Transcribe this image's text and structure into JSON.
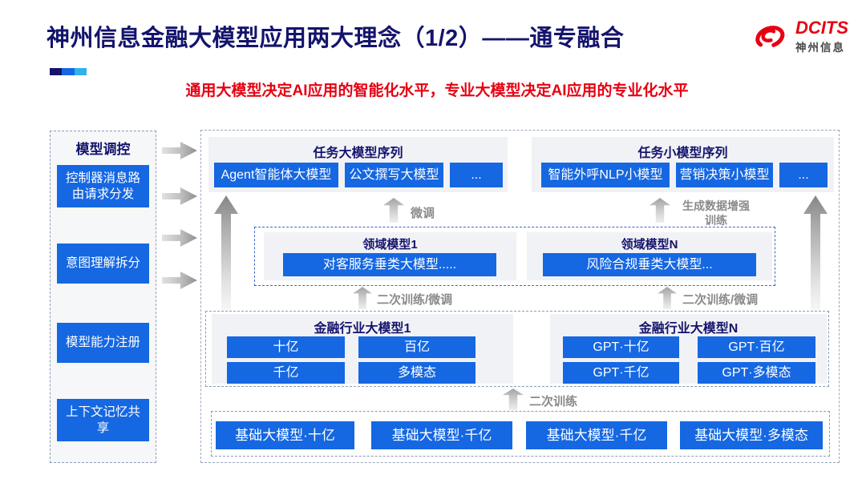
{
  "colors": {
    "primary_blue": "#1567e2",
    "navy": "#14146d",
    "red": "#e60012"
  },
  "header": {
    "title": "神州信息金融大模型应用两大理念（1/2）——通专融合",
    "subtitle": "通用大模型决定AI应用的智能化水平，专业大模型决定AI应用的专业化水平",
    "logo": {
      "brand": "DCITS",
      "company": "神州信息"
    }
  },
  "sidebar": {
    "title": "模型调控",
    "items": [
      "控制器消息路\n由请求分发",
      "意图理解拆分",
      "模型能力注册",
      "上下文记忆共\n享"
    ]
  },
  "task_rows": {
    "large": {
      "title": "任务大模型序列",
      "items": [
        "Agent智能体大模型",
        "公文撰写大模型",
        "..."
      ]
    },
    "small": {
      "title": "任务小模型序列",
      "items": [
        "智能外呼NLP小模型",
        "营销决策小模型",
        "..."
      ]
    }
  },
  "flow_labels": {
    "finetune": "微调",
    "gen_data": "生成数据增强\n训练",
    "retrain_finetune_left": "二次训练/微调",
    "retrain_finetune_right": "二次训练/微调",
    "retrain": "二次训练"
  },
  "domain_models": {
    "left": {
      "title": "领域模型1",
      "item": "对客服务垂类大模型....."
    },
    "right": {
      "title": "领域模型N",
      "item": "风险合规垂类大模型..."
    }
  },
  "industry_models": {
    "left": {
      "title": "金融行业大模型1",
      "items": [
        "十亿",
        "百亿",
        "千亿",
        "多模态"
      ]
    },
    "right": {
      "title": "金融行业大模型N",
      "items": [
        "GPT·十亿",
        "GPT·百亿",
        "GPT·千亿",
        "GPT·多模态"
      ]
    }
  },
  "base_models": {
    "items": [
      "基础大模型·十亿",
      "基础大模型·千亿",
      "基础大模型·千亿",
      "基础大模型·多模态"
    ]
  }
}
